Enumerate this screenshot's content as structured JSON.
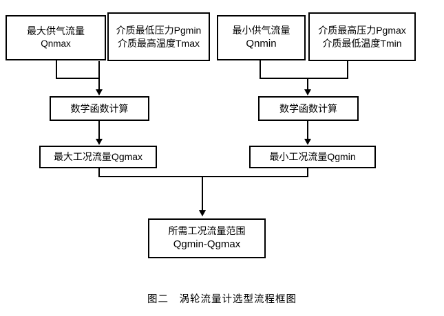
{
  "figure": {
    "caption": "图二　涡轮流量计选型流程框图",
    "background_color": "#ffffff",
    "line_color": "#000000"
  },
  "nodes": {
    "max_supply_flow": {
      "line1": "最大供气流量",
      "line2": "Qnmax"
    },
    "min_pressure_max_temp": {
      "line1": "介质最低压力Pgmin",
      "line2": "介质最高温度Tmax"
    },
    "min_supply_flow": {
      "line1": "最小供气流量",
      "line2": "Qnmin"
    },
    "max_pressure_min_temp": {
      "line1": "介质最高压力Pgmax",
      "line2": "介质最低温度Tmin"
    },
    "math_function_left": {
      "line1": "数学函数计算"
    },
    "math_function_right": {
      "line1": "数学函数计算"
    },
    "working_flow_max": {
      "line1": "最大工况流量Qgmax"
    },
    "working_flow_min": {
      "line1": "最小工况流量Qgmin"
    },
    "required_flow_range": {
      "line1": "所需工况流量范围",
      "line2": "Qgmin-Qgmax"
    }
  }
}
